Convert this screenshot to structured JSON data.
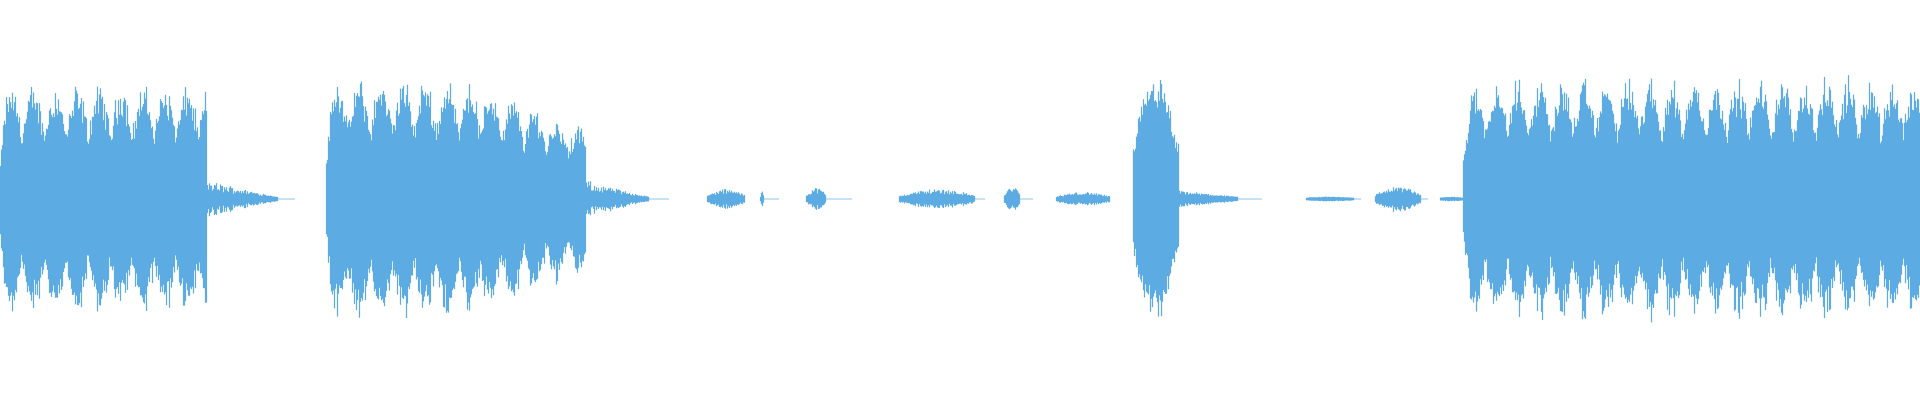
{
  "waveform": {
    "color": "#5DABE3",
    "background": "#FFFFFF",
    "segments": [
      {
        "start": 0.0,
        "end": 0.108,
        "level": 0.9,
        "kind": "pulsing"
      },
      {
        "start": 0.108,
        "end": 0.145,
        "level": 0.1,
        "kind": "decay"
      },
      {
        "start": 0.17,
        "end": 0.305,
        "level": 0.95,
        "kind": "pulsing"
      },
      {
        "start": 0.305,
        "end": 0.338,
        "level": 0.1,
        "kind": "decay"
      },
      {
        "start": 0.368,
        "end": 0.388,
        "level": 0.06,
        "kind": "blip"
      },
      {
        "start": 0.396,
        "end": 0.398,
        "level": 0.05,
        "kind": "blip"
      },
      {
        "start": 0.42,
        "end": 0.43,
        "level": 0.07,
        "kind": "blip"
      },
      {
        "start": 0.468,
        "end": 0.508,
        "level": 0.06,
        "kind": "blip"
      },
      {
        "start": 0.523,
        "end": 0.531,
        "level": 0.08,
        "kind": "blip"
      },
      {
        "start": 0.55,
        "end": 0.578,
        "level": 0.04,
        "kind": "blip"
      },
      {
        "start": 0.59,
        "end": 0.614,
        "level": 0.98,
        "kind": "burst"
      },
      {
        "start": 0.614,
        "end": 0.645,
        "level": 0.04,
        "kind": "decay"
      },
      {
        "start": 0.68,
        "end": 0.705,
        "level": 0.01,
        "kind": "blip"
      },
      {
        "start": 0.716,
        "end": 0.74,
        "level": 0.08,
        "kind": "blip"
      },
      {
        "start": 0.75,
        "end": 0.762,
        "level": 0.01,
        "kind": "blip"
      },
      {
        "start": 0.762,
        "end": 1.0,
        "level": 0.95,
        "kind": "pulsing"
      }
    ]
  }
}
